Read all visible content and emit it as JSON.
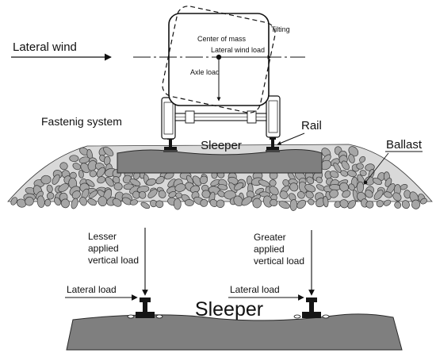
{
  "top_diagram": {
    "lateral_wind": "Lateral wind",
    "tilting": "Tilting",
    "center_of_mass": "Center of mass",
    "lateral_wind_load": "Lateral wind load",
    "axle_load": "Axle load",
    "fastening_system": "Fastenig system",
    "rail": "Rail",
    "sleeper": "Sleeper",
    "ballast": "Ballast"
  },
  "bottom_diagram": {
    "lesser_load": [
      "Lesser",
      "applied",
      "vertical load"
    ],
    "greater_load": [
      "Greater",
      "applied",
      "vertical load"
    ],
    "lateral_load_left": "Lateral load",
    "lateral_load_right": "Lateral load",
    "sleeper": "Sleeper"
  },
  "colors": {
    "sleeper_fill": "#7f7f7f",
    "ballast_fill": "#a6a6a6",
    "ballast_stroke": "#3a3a3a",
    "vehicle_fill": "#ffffff",
    "rail_fill": "#151515",
    "line": "#111111"
  }
}
